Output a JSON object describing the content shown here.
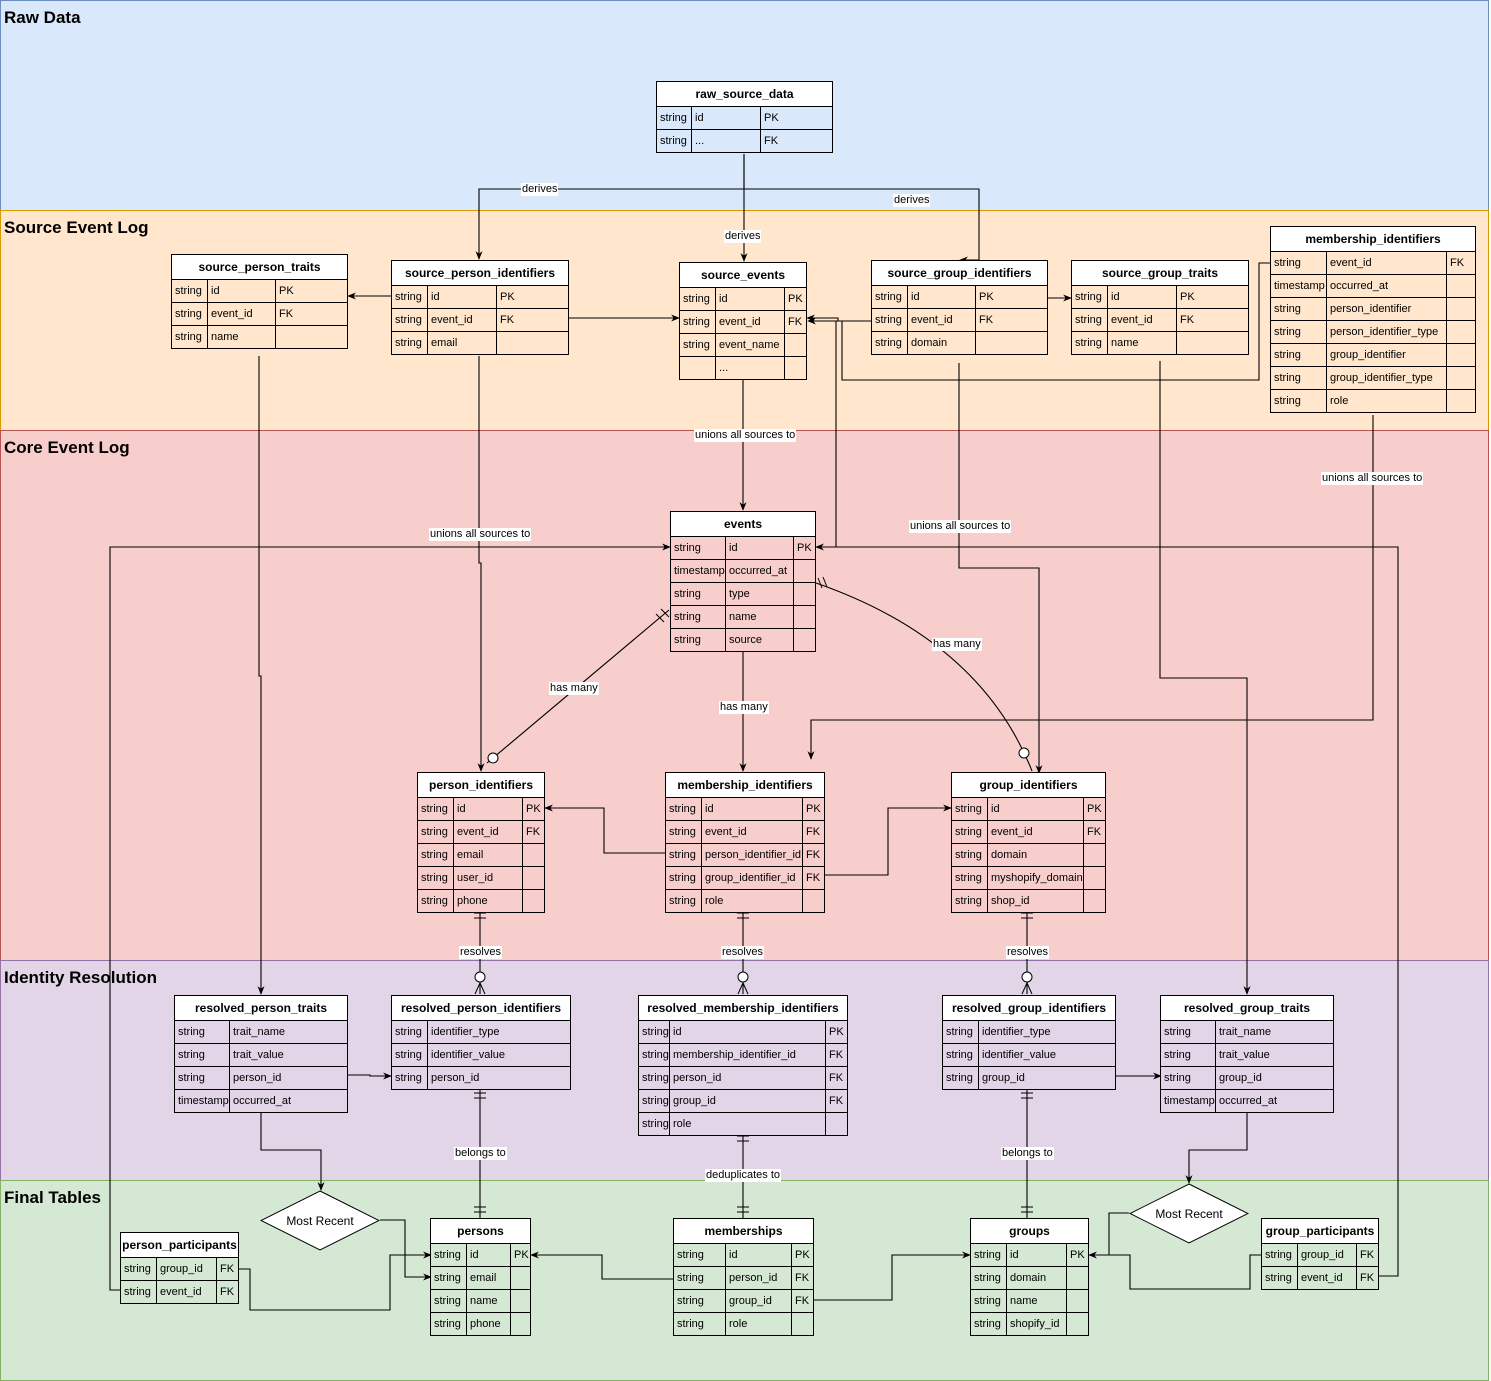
{
  "lanes": {
    "raw": "Raw Data",
    "source": "Source Event Log",
    "core": "Core Event Log",
    "identity": "Identity Resolution",
    "final": "Final Tables"
  },
  "lane_colors": {
    "raw": "#dae8fc",
    "source": "#ffe6cc",
    "core": "#f8cecc",
    "identity": "#e1d5e7",
    "final": "#d5e8d4"
  },
  "tables": {
    "raw_source_data": {
      "title": "raw_source_data",
      "rows": [
        [
          "string",
          "id",
          "PK"
        ],
        [
          "string",
          "...",
          "FK"
        ]
      ]
    },
    "source_person_traits": {
      "title": "source_person_traits",
      "rows": [
        [
          "string",
          "id",
          "PK"
        ],
        [
          "string",
          "event_id",
          "FK"
        ],
        [
          "string",
          "name",
          ""
        ]
      ]
    },
    "source_person_identifiers": {
      "title": "source_person_identifiers",
      "rows": [
        [
          "string",
          "id",
          "PK"
        ],
        [
          "string",
          "event_id",
          "FK"
        ],
        [
          "string",
          "email",
          ""
        ]
      ]
    },
    "source_events": {
      "title": "source_events",
      "rows": [
        [
          "string",
          "id",
          "PK"
        ],
        [
          "string",
          "event_id",
          "FK"
        ],
        [
          "string",
          "event_name",
          ""
        ],
        [
          "",
          "...",
          ""
        ]
      ]
    },
    "source_group_identifiers": {
      "title": "source_group_identifiers",
      "rows": [
        [
          "string",
          "id",
          "PK"
        ],
        [
          "string",
          "event_id",
          "FK"
        ],
        [
          "string",
          "domain",
          ""
        ]
      ]
    },
    "source_group_traits": {
      "title": "source_group_traits",
      "rows": [
        [
          "string",
          "id",
          "PK"
        ],
        [
          "string",
          "event_id",
          "FK"
        ],
        [
          "string",
          "name",
          ""
        ]
      ]
    },
    "source_membership_identifiers": {
      "title": "membership_identifiers",
      "rows": [
        [
          "string",
          "event_id",
          "FK"
        ],
        [
          "timestamp",
          "occurred_at",
          ""
        ],
        [
          "string",
          "person_identifier",
          ""
        ],
        [
          "string",
          "person_identifier_type",
          ""
        ],
        [
          "string",
          "group_identifier",
          ""
        ],
        [
          "string",
          "group_identifier_type",
          ""
        ],
        [
          "string",
          "role",
          ""
        ]
      ]
    },
    "events": {
      "title": "events",
      "rows": [
        [
          "string",
          "id",
          "PK"
        ],
        [
          "timestamp",
          "occurred_at",
          ""
        ],
        [
          "string",
          "type",
          ""
        ],
        [
          "string",
          "name",
          ""
        ],
        [
          "string",
          "source",
          ""
        ]
      ]
    },
    "person_identifiers": {
      "title": "person_identifiers",
      "rows": [
        [
          "string",
          "id",
          "PK"
        ],
        [
          "string",
          "event_id",
          "FK"
        ],
        [
          "string",
          "email",
          ""
        ],
        [
          "string",
          "user_id",
          ""
        ],
        [
          "string",
          "phone",
          ""
        ]
      ]
    },
    "membership_identifiers": {
      "title": "membership_identifiers",
      "rows": [
        [
          "string",
          "id",
          "PK"
        ],
        [
          "string",
          "event_id",
          "FK"
        ],
        [
          "string",
          "person_identifier_id",
          "FK"
        ],
        [
          "string",
          "group_identifier_id",
          "FK"
        ],
        [
          "string",
          "role",
          ""
        ]
      ]
    },
    "group_identifiers": {
      "title": "group_identifiers",
      "rows": [
        [
          "string",
          "id",
          "PK"
        ],
        [
          "string",
          "event_id",
          "FK"
        ],
        [
          "string",
          "domain",
          ""
        ],
        [
          "string",
          "myshopify_domain",
          ""
        ],
        [
          "string",
          "shop_id",
          ""
        ]
      ]
    },
    "resolved_person_traits": {
      "title": "resolved_person_traits",
      "rows": [
        [
          "string",
          "trait_name",
          ""
        ],
        [
          "string",
          "trait_value",
          ""
        ],
        [
          "string",
          "person_id",
          ""
        ],
        [
          "timestamp",
          "occurred_at",
          ""
        ]
      ]
    },
    "resolved_person_identifiers": {
      "title": "resolved_person_identifiers",
      "rows": [
        [
          "string",
          "identifier_type",
          ""
        ],
        [
          "string",
          "identifier_value",
          ""
        ],
        [
          "string",
          "person_id",
          ""
        ]
      ]
    },
    "resolved_membership_identifiers": {
      "title": "resolved_membership_identifiers",
      "rows": [
        [
          "string",
          "id",
          "PK"
        ],
        [
          "string",
          "membership_identifier_id",
          "FK"
        ],
        [
          "string",
          "person_id",
          "FK"
        ],
        [
          "string",
          "group_id",
          "FK"
        ],
        [
          "string",
          "role",
          ""
        ]
      ]
    },
    "resolved_group_identifiers": {
      "title": "resolved_group_identifiers",
      "rows": [
        [
          "string",
          "identifier_type",
          ""
        ],
        [
          "string",
          "identifier_value",
          ""
        ],
        [
          "string",
          "group_id",
          ""
        ]
      ]
    },
    "resolved_group_traits": {
      "title": "resolved_group_traits",
      "rows": [
        [
          "string",
          "trait_name",
          ""
        ],
        [
          "string",
          "trait_value",
          ""
        ],
        [
          "string",
          "group_id",
          ""
        ],
        [
          "timestamp",
          "occurred_at",
          ""
        ]
      ]
    },
    "person_participants": {
      "title": "person_participants",
      "rows": [
        [
          "string",
          "group_id",
          "FK"
        ],
        [
          "string",
          "event_id",
          "FK"
        ]
      ]
    },
    "persons": {
      "title": "persons",
      "rows": [
        [
          "string",
          "id",
          "PK"
        ],
        [
          "string",
          "email",
          ""
        ],
        [
          "string",
          "name",
          ""
        ],
        [
          "string",
          "phone",
          ""
        ]
      ]
    },
    "memberships": {
      "title": "memberships",
      "rows": [
        [
          "string",
          "id",
          "PK"
        ],
        [
          "string",
          "person_id",
          "FK"
        ],
        [
          "string",
          "group_id",
          "FK"
        ],
        [
          "string",
          "role",
          ""
        ]
      ]
    },
    "groups": {
      "title": "groups",
      "rows": [
        [
          "string",
          "id",
          "PK"
        ],
        [
          "string",
          "domain",
          ""
        ],
        [
          "string",
          "name",
          ""
        ],
        [
          "string",
          "shopify_id",
          ""
        ]
      ]
    },
    "group_participants": {
      "title": "group_participants",
      "rows": [
        [
          "string",
          "group_id",
          "FK"
        ],
        [
          "string",
          "event_id",
          "FK"
        ]
      ]
    }
  },
  "decisions": {
    "most_recent_person": "Most Recent",
    "most_recent_group": "Most Recent"
  },
  "edge_labels": {
    "derives_left": "derives",
    "derives_center": "derives",
    "derives_right": "derives",
    "unions_center": "unions all sources to",
    "unions_left": "unions all sources to",
    "unions_mid_right": "unions all sources to",
    "unions_far_right": "unions all sources to",
    "has_many_left": "has many",
    "has_many_center": "has many",
    "has_many_right": "has many",
    "resolves_person": "resolves",
    "resolves_membership": "resolves",
    "resolves_group": "resolves",
    "belongs_to_person": "belongs to",
    "deduplicates_to": "deduplicates to",
    "belongs_to_group": "belongs to"
  }
}
